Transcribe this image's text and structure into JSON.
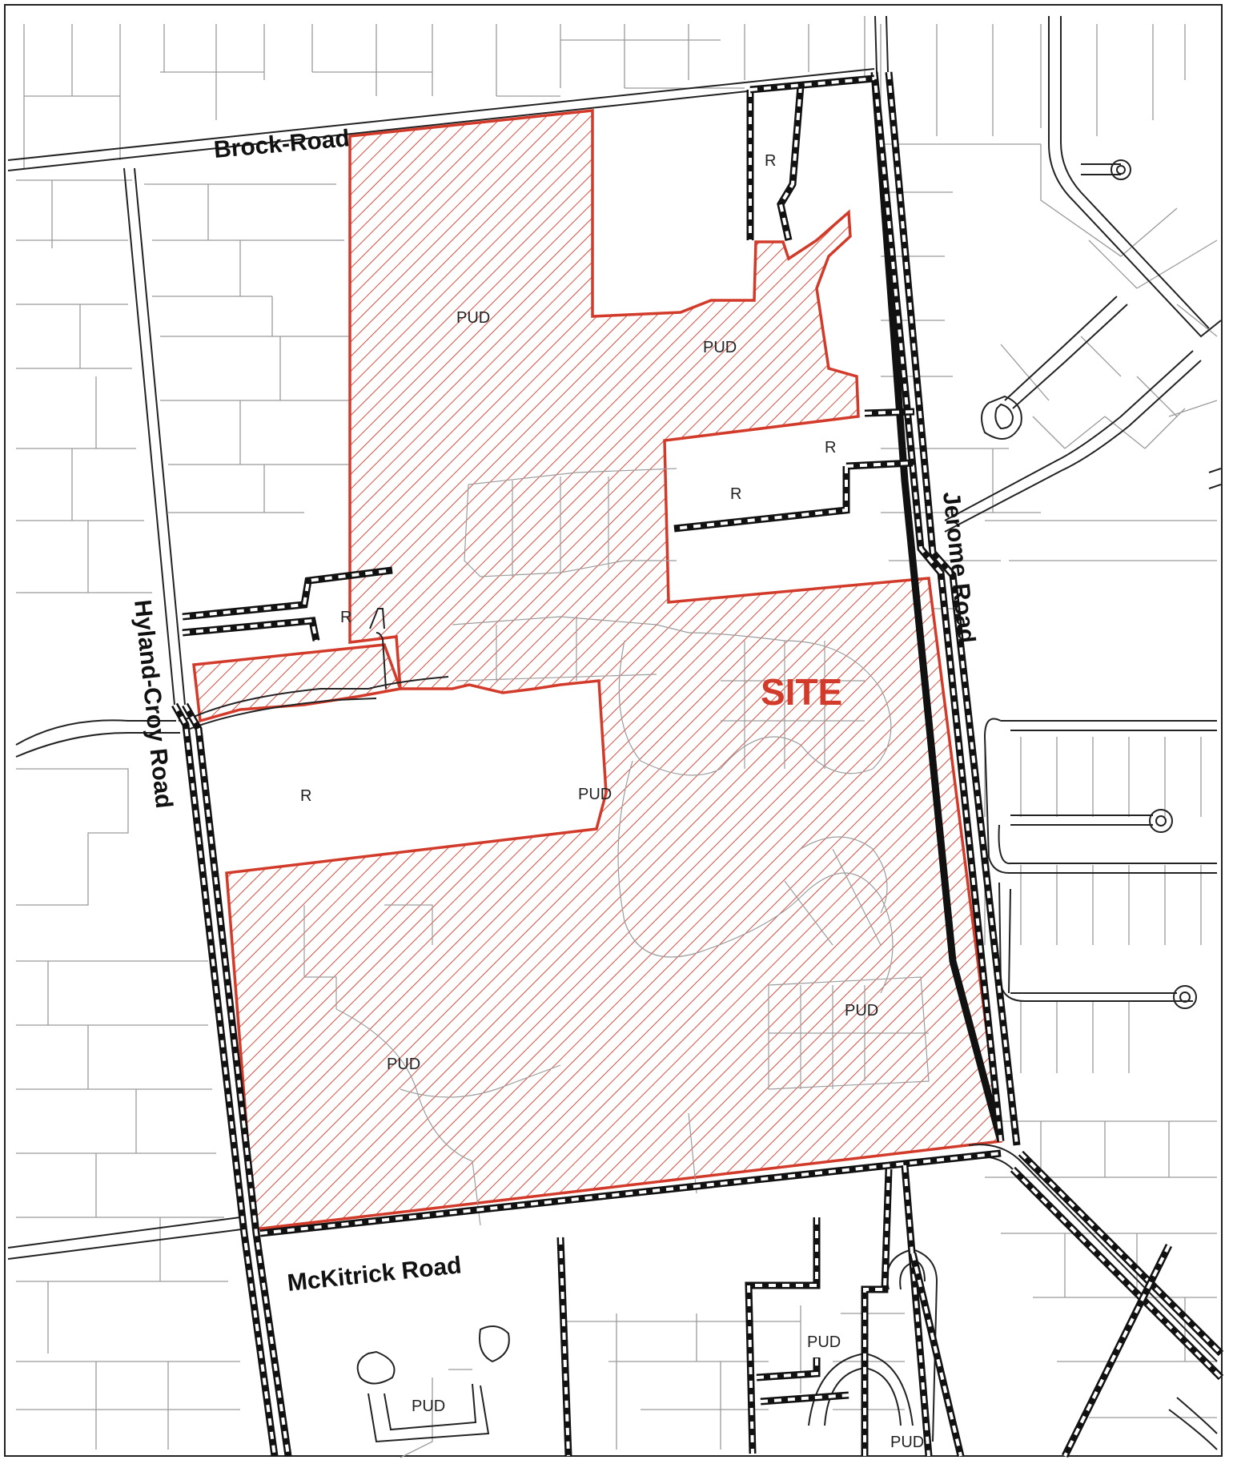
{
  "map": {
    "roads": {
      "brock": "Brock-Road",
      "jerome": "Jerome Road",
      "hyland": "Hyland-Croy Road",
      "mckitrick": "McKitrick Road"
    },
    "site_label": "SITE",
    "zones": {
      "r_top": "R",
      "pud_north_west": "PUD",
      "pud_north_east": "PUD",
      "r_mid_upper": "R",
      "r_mid_lower": "R",
      "r_west_small": "R",
      "r_west_large": "R",
      "pud_center": "PUD",
      "pud_southeast": "PUD",
      "pud_southwest": "PUD",
      "pud_bottom_center": "PUD",
      "pud_bottom_left": "PUD",
      "pud_bottom_right": "PUD"
    },
    "colors": {
      "site": "#d23a2a",
      "roads": "#222222",
      "parcels": "#9a9a9a"
    }
  }
}
